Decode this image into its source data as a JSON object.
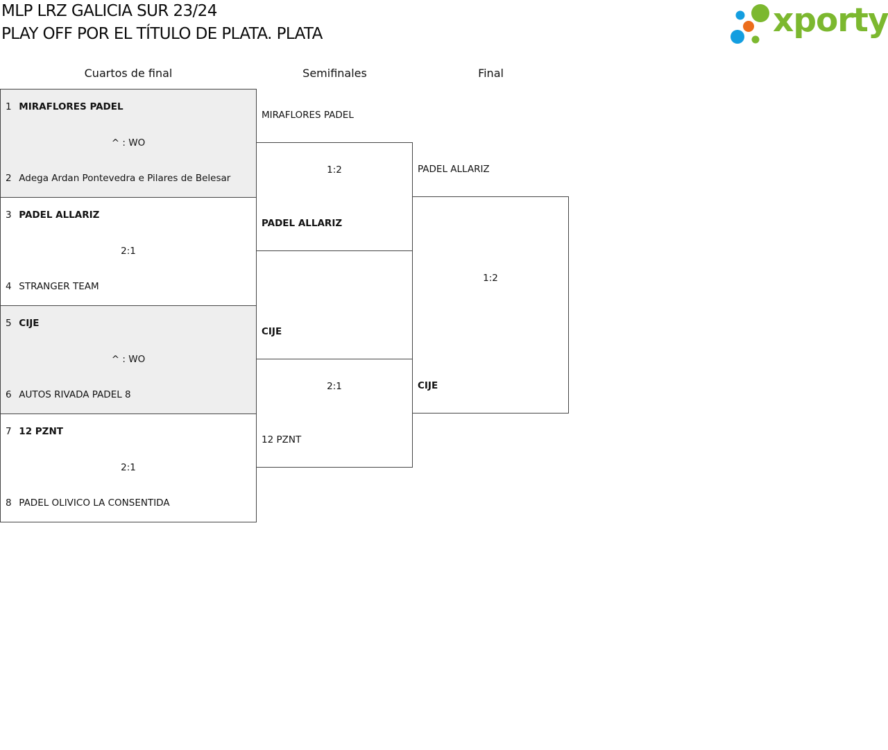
{
  "header": {
    "title_line1": "MLP LRZ GALICIA SUR 23/24",
    "title_line2": "PLAY OFF POR EL TÍTULO DE PLATA. PLATA"
  },
  "logo": {
    "wordmark": "xporty",
    "colors": {
      "green": "#7cb82f",
      "orange": "#ec6d1b",
      "blue": "#139ee0"
    }
  },
  "rounds": {
    "quarterfinals": "Cuartos de final",
    "semifinals": "Semifinales",
    "final": "Final"
  },
  "quarterfinals": [
    {
      "top_seed": "1",
      "top_team": "MIRAFLORES PADEL",
      "top_winner": true,
      "score": "^ : WO",
      "bottom_seed": "2",
      "bottom_team": "Adega Ardan Pontevedra e Pilares de Belesar",
      "bottom_winner": false,
      "shaded": true
    },
    {
      "top_seed": "3",
      "top_team": "PADEL ALLARIZ",
      "top_winner": true,
      "score": "2:1",
      "bottom_seed": "4",
      "bottom_team": "STRANGER TEAM",
      "bottom_winner": false,
      "shaded": false
    },
    {
      "top_seed": "5",
      "top_team": "CIJE",
      "top_winner": true,
      "score": "^ : WO",
      "bottom_seed": "6",
      "bottom_team": "AUTOS RIVADA PADEL 8",
      "bottom_winner": false,
      "shaded": true
    },
    {
      "top_seed": "7",
      "top_team": "12 PZNT",
      "top_winner": true,
      "score": "2:1",
      "bottom_seed": "8",
      "bottom_team": "PADEL OLIVICO LA CONSENTIDA",
      "bottom_winner": false,
      "shaded": false
    }
  ],
  "semifinals": [
    {
      "top_team": "MIRAFLORES PADEL",
      "top_winner": false,
      "score": "1:2",
      "bottom_team": "PADEL ALLARIZ",
      "bottom_winner": true
    },
    {
      "top_team": "CIJE",
      "top_winner": true,
      "score": "2:1",
      "bottom_team": "12 PZNT",
      "bottom_winner": false
    }
  ],
  "final": {
    "top_team": "PADEL ALLARIZ",
    "top_winner": false,
    "score": "1:2",
    "bottom_team": "CIJE",
    "bottom_winner": true
  }
}
